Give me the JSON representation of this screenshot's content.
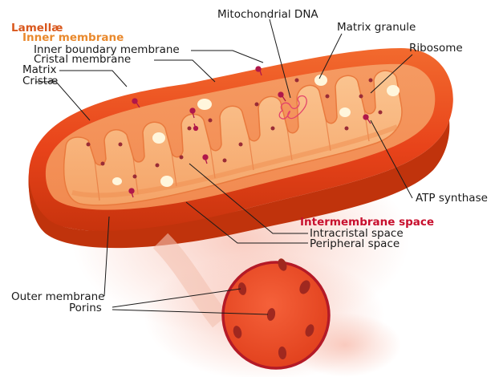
{
  "labels": {
    "lamellae": "Lamellæ",
    "inner_membrane": "Inner membrane",
    "inner_boundary_membrane": "Inner boundary membrane",
    "cristal_membrane": "Cristal membrane",
    "matrix": "Matrix",
    "cristae": "Cristæ",
    "mitochondrial_dna": "Mitochondrial DNA",
    "matrix_granule": "Matrix granule",
    "ribosome": "Ribosome",
    "atp_synthase": "ATP synthase",
    "intermembrane_space": "Intermembrane space",
    "intracristal_space": "Intracristal space",
    "peripheral_space": "Peripheral space",
    "outer_membrane": "Outer membrane",
    "porins": "Porins"
  },
  "colors": {
    "outer_membrane": "#ea4a18",
    "outer_membrane_dark": "#c0330c",
    "interior": "#f7a86f",
    "cristae_fill": "#f8b47d",
    "cristae_edge": "#e97a3e",
    "granule": "#fff6dc",
    "ribosome": "#9a2c36",
    "atp_synthase": "#b0174a",
    "dna": "#e3436b",
    "section_label": "#d9571c",
    "inner_membrane_label": "#e9892d",
    "intermembrane_label": "#c8102e"
  }
}
